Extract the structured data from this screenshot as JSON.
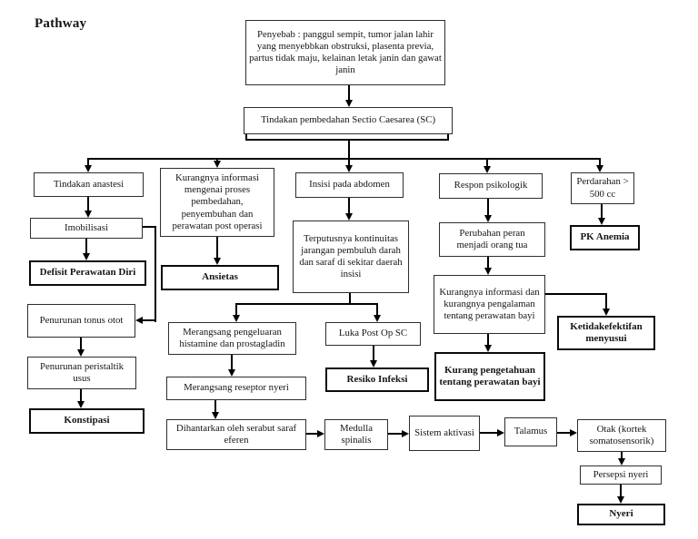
{
  "title": "Pathway",
  "colors": {
    "background": "#ffffff",
    "line": "#000000",
    "box_border": "#2e2e2e",
    "text": "#161616"
  },
  "nodes": {
    "penyebab": "Penyebab : panggul sempit, tumor jalan lahir yang menyebbkan obstruksi, plasenta previa, partus tidak maju, kelainan letak janin dan gawat janin",
    "sc": "Tindakan pembedahan Sectio Caesarea (SC)",
    "tindakan_anastesi": "Tindakan anastesi",
    "kurangnya_info_proses": "Kurangnya informasi mengenai proses pembedahan, penyembuhan dan perawatan post operasi",
    "insisi": "Insisi pada abdomen",
    "respon_psikologik": "Respon psikologik",
    "perdarahan": "Perdarahan > 500 cc",
    "imobilisasi": "Imobilisasi",
    "defisit": "Defisit Perawatan Diri",
    "terputusnya": "Terputusnya kontinuitas jarangan pembuluh darah dan saraf di sekitar daerah insisi",
    "perubahan_peran": "Perubahan peran menjadi orang tua",
    "pk_anemia": "PK Anemia",
    "ansietas": "Ansietas",
    "kurangnya_info_bayi": "Kurangnya informasi dan kurangnya pengalaman tentang perawatan bayi",
    "penurunan_tonus": "Penurunan tonus otot",
    "ketidakefektifan": "Ketidakefektifan menyusui",
    "merangsang_pengeluaran": "Merangsang pengeluaran histamine dan prostagladin",
    "luka_post_op": "Luka Post Op SC",
    "kurang_pengetahuan": "Kurang pengetahuan tentang perawatan bayi",
    "penurunan_peristaltik": "Penurunan peristaltik usus",
    "resiko_infeksi": "Resiko Infeksi",
    "merangsang_reseptor": "Merangsang reseptor nyeri",
    "konstipasi": "Konstipasi",
    "dihantarkan": "Dihantarkan oleh serabut saraf eferen",
    "medulla": "Medulla spinalis",
    "sistem_aktivasi": "Sistem aktivasi",
    "talamus": "Talamus",
    "otak": "Otak (kortek somatosensorik)",
    "persepsi": "Persepsi nyeri",
    "nyeri": "Nyeri"
  }
}
